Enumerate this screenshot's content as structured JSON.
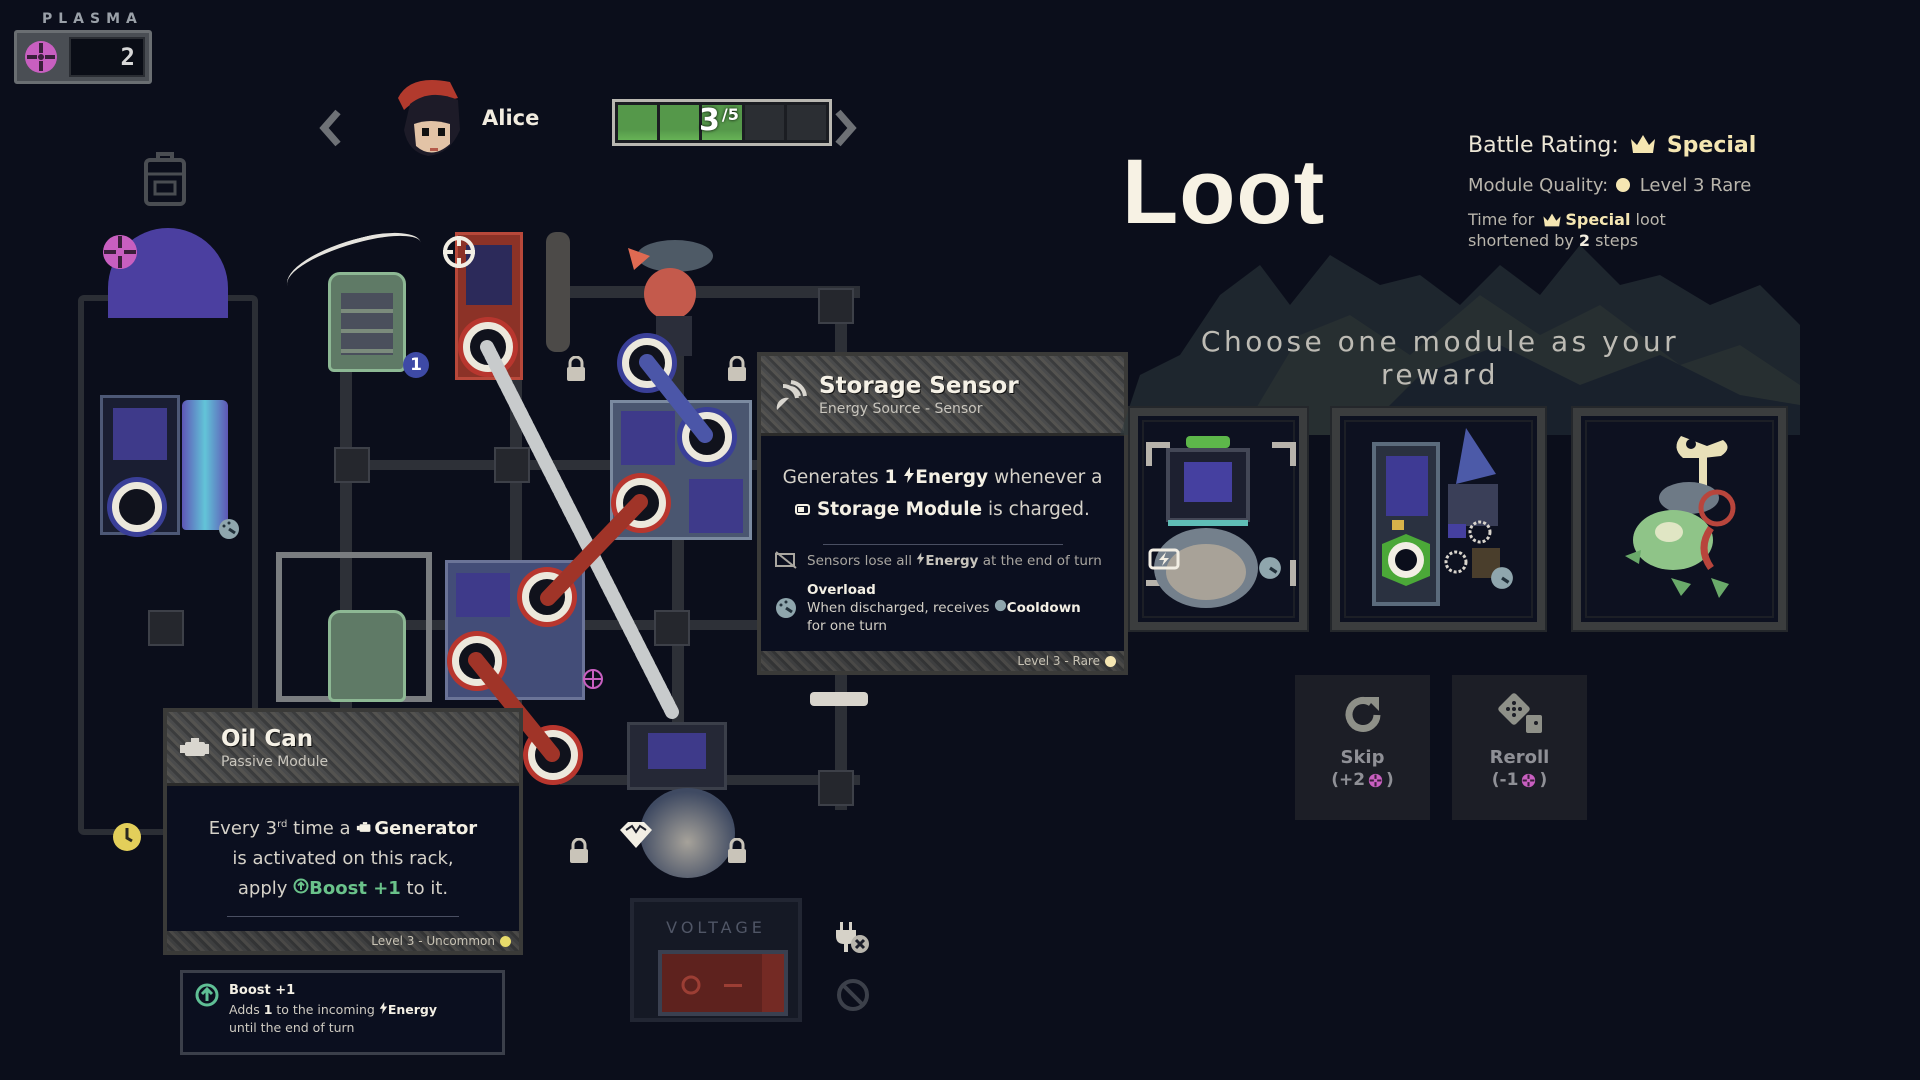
{
  "plasma": {
    "label": "PLASMA",
    "value": "2",
    "icon": "plasma-icon",
    "color": "#c85fc0"
  },
  "character": {
    "name": "Alice",
    "prev_icon": "chevron-left-icon",
    "next_icon": "chevron-right-icon",
    "progress": {
      "current": "3",
      "total": "/5",
      "filled": 3,
      "segments": 5,
      "color": "#55984a"
    }
  },
  "loot": {
    "title": "Loot",
    "battle_rating_label": "Battle Rating:",
    "battle_rating_value": "Special",
    "module_quality_label": "Module Quality:",
    "module_quality_value": "Level 3 Rare",
    "time_for_prefix": "Time for",
    "time_for_value": "Special",
    "time_for_suffix": "loot",
    "shortened_prefix": "shortened by",
    "shortened_value": "2",
    "shortened_suffix": "steps",
    "prompt": "Choose one module as your reward",
    "cards": [
      {
        "name": "storage-sensor-card",
        "icon": "satellite-dish-sensor-icon",
        "badge": "battery-charge-icon"
      },
      {
        "name": "generator-card",
        "icon": "generator-module-icon",
        "badge": "overload-gauge-icon"
      },
      {
        "name": "wind-up-toy-card",
        "icon": "wind-up-frog-icon"
      }
    ],
    "skip": {
      "label": "Skip",
      "cost": "(+2",
      "cost_end": ")",
      "icon": "redo-arrow-icon"
    },
    "reroll": {
      "label": "Reroll",
      "cost": "(-1",
      "cost_end": ")",
      "icon": "dice-icon"
    }
  },
  "tooltips": {
    "storage_sensor": {
      "title": "Storage Sensor",
      "subtitle": "Energy Source - Sensor",
      "line1_a": "Generates",
      "line1_num": "1",
      "line1_energy": "Energy",
      "line1_b": "whenever a",
      "line2_bold": "Storage Module",
      "line2_b": "is charged.",
      "note_a": "Sensors lose all",
      "note_energy": "Energy",
      "note_b": "at the end of turn",
      "overload_title": "Overload",
      "overload_a": "When discharged, receives",
      "overload_bold": "Cooldown",
      "overload_b": "for one turn",
      "footer": "Level 3 - Rare"
    },
    "oil_can": {
      "title": "Oil Can",
      "subtitle": "Passive Module",
      "line1_a": "Every 3",
      "line1_sup": "rd",
      "line1_b": "time a",
      "line1_bold": "Generator",
      "line2": "is activated on this rack,",
      "line3_a": "apply",
      "line3_boost": "Boost +1",
      "line3_b": "to it.",
      "footer": "Level 3 - Uncommon"
    },
    "boost": {
      "title": "Boost +1",
      "desc_a": "Adds",
      "desc_num": "1",
      "desc_b": "to the incoming",
      "desc_energy": "Energy",
      "desc_c": "until the end of turn"
    }
  },
  "rack": {
    "badge_number": "1",
    "voltage_label": "VOLTAGE",
    "icons": [
      "backpack-icon",
      "lock-icon",
      "unplug-icon",
      "disabled-icon",
      "clock-icon",
      "target-icon",
      "gem-icon"
    ]
  }
}
